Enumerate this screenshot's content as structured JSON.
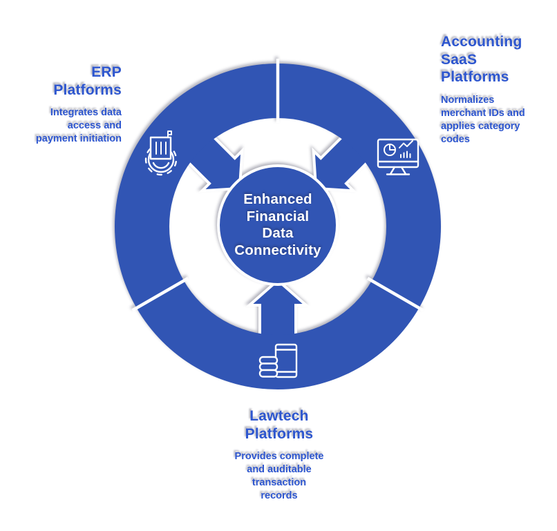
{
  "colors": {
    "shape_blue": "#3155b4",
    "text_blue": "#2d56cf",
    "center_text": "#ffffff",
    "page_bg": "#ffffff"
  },
  "center": {
    "title": "Enhanced Financial Data Connectivity",
    "lines": [
      "Enhanced",
      "Financial",
      "Data",
      "Connectivity"
    ]
  },
  "segments": [
    {
      "id": "erp",
      "heading": "ERP Platforms",
      "heading_lines": [
        "ERP",
        "Platforms"
      ],
      "body": "Integrates data access and payment initiation",
      "body_lines": [
        "Integrates data",
        "access and",
        "payment initiation"
      ],
      "icon": "gear-factory-icon"
    },
    {
      "id": "accounting",
      "heading": "Accounting SaaS Platforms",
      "heading_lines": [
        "Accounting",
        "SaaS",
        "Platforms"
      ],
      "body": "Normalizes merchant IDs and applies category codes",
      "body_lines": [
        "Normalizes",
        "merchant IDs and",
        "applies category",
        "codes"
      ],
      "icon": "analytics-monitor-icon"
    },
    {
      "id": "lawtech",
      "heading": "Lawtech Platforms",
      "heading_lines": [
        "Lawtech",
        "Platforms"
      ],
      "body": "Provides complete and auditable transaction records",
      "body_lines": [
        "Provides complete",
        "and auditable",
        "transaction",
        "records"
      ],
      "icon": "cash-ledger-icon"
    }
  ]
}
